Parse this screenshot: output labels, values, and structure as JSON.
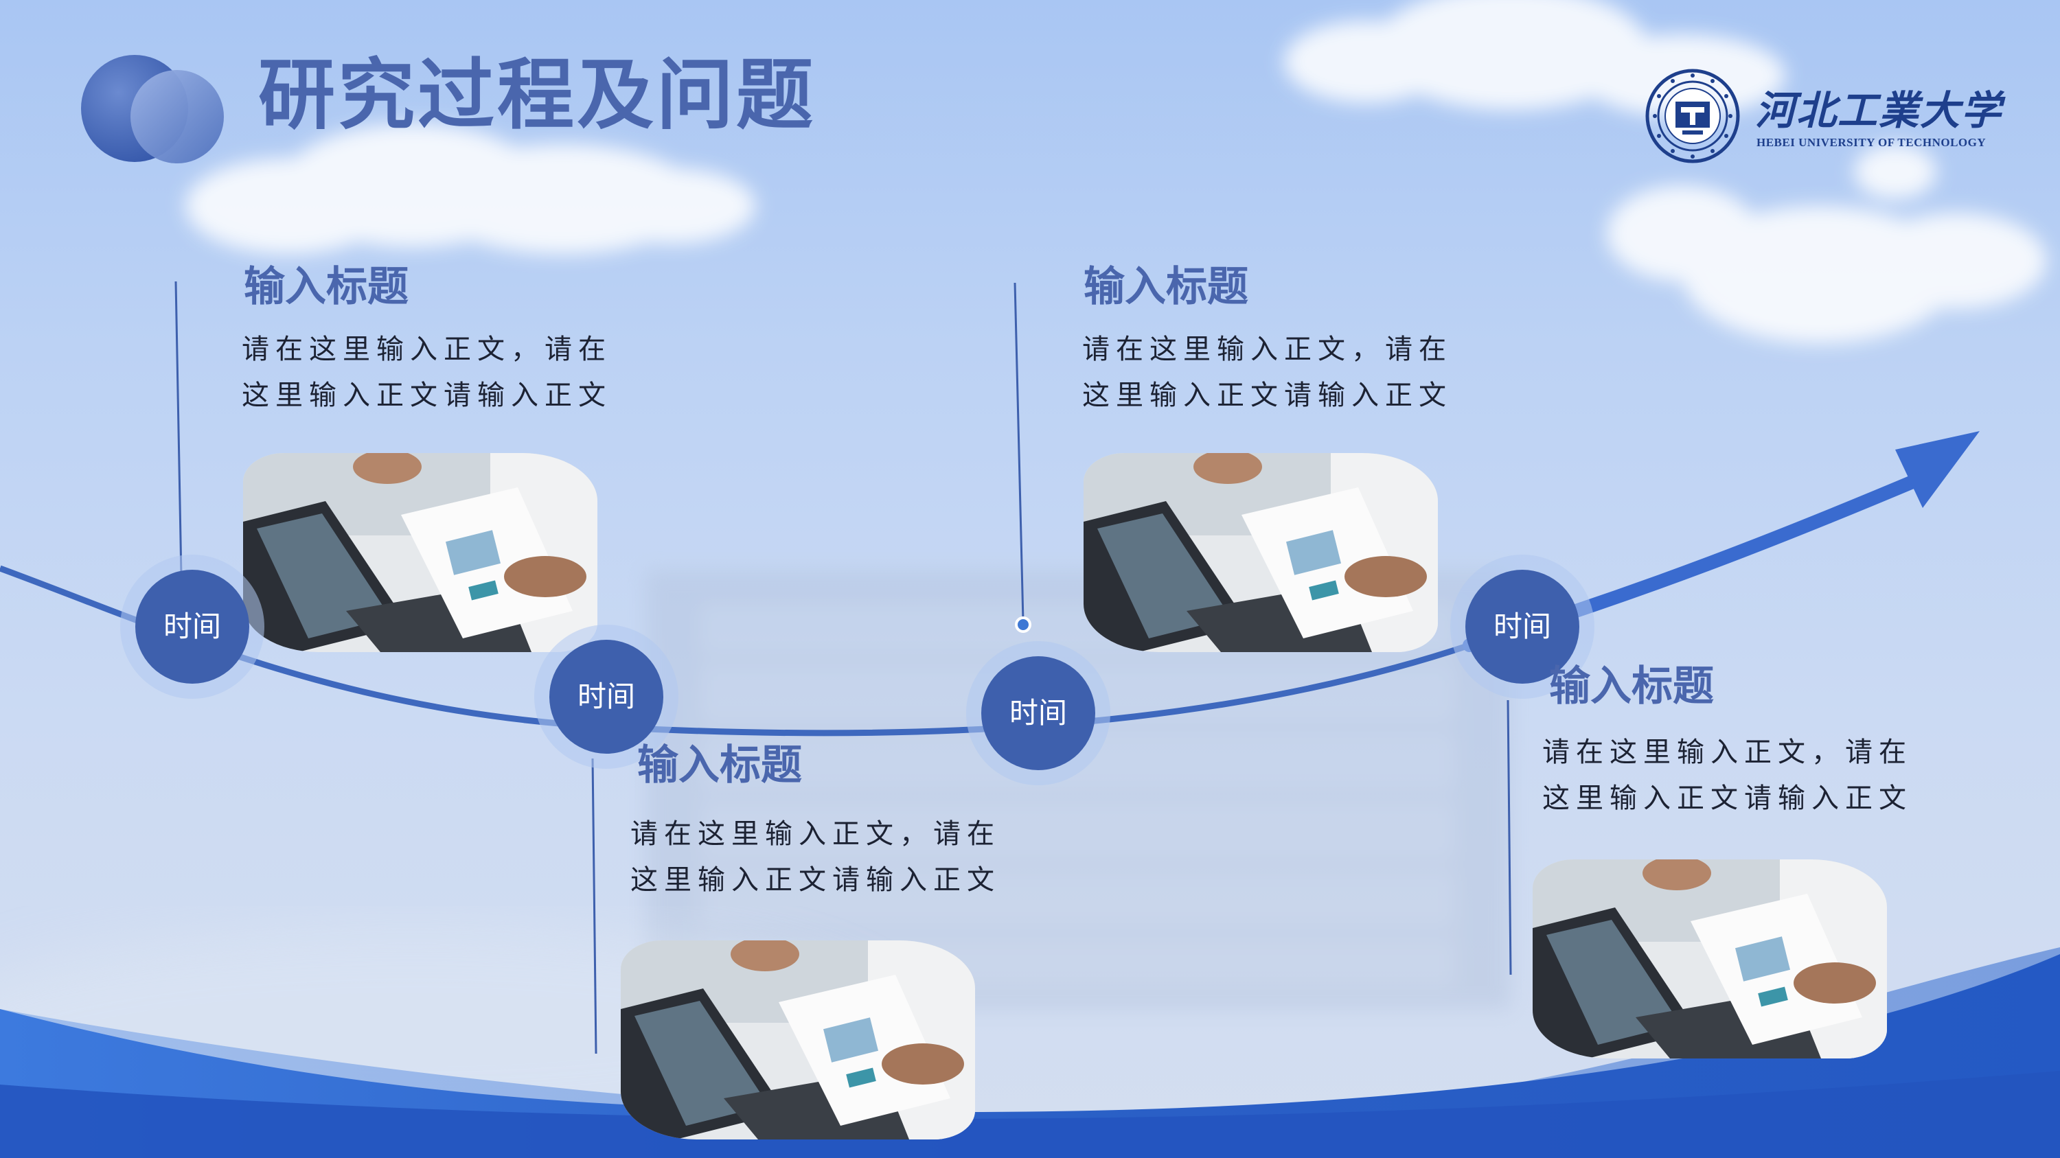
{
  "title": "研究过程及问题",
  "logo": {
    "name": "河北工業大学",
    "subtitle": "HEBEI UNIVERSITY OF TECHNOLOGY"
  },
  "nodes": [
    {
      "badge": "时间",
      "heading": "输入标题",
      "body_line1": "请在这里输入正文，请在",
      "body_line2": "这里输入正文请输入正文"
    },
    {
      "badge": "时间",
      "heading": "输入标题",
      "body_line1": "请在这里输入正文，请在",
      "body_line2": "这里输入正文请输入正文"
    },
    {
      "badge": "时间",
      "heading": "输入标题",
      "body_line1": "请在这里输入正文，请在",
      "body_line2": "这里输入正文请输入正文"
    },
    {
      "badge": "时间",
      "heading": "输入标题",
      "body_line1": "请在这里输入正文，请在",
      "body_line2": "这里输入正文请输入正文"
    }
  ],
  "colors": {
    "primary": "#3e60ad",
    "title": "#4a66ad",
    "wave": "#2d62c7",
    "text": "#1c2233"
  },
  "icons": {
    "photo": "laptop-document-photo",
    "seal": "university-seal-icon",
    "arrow": "trend-arrow-icon"
  }
}
